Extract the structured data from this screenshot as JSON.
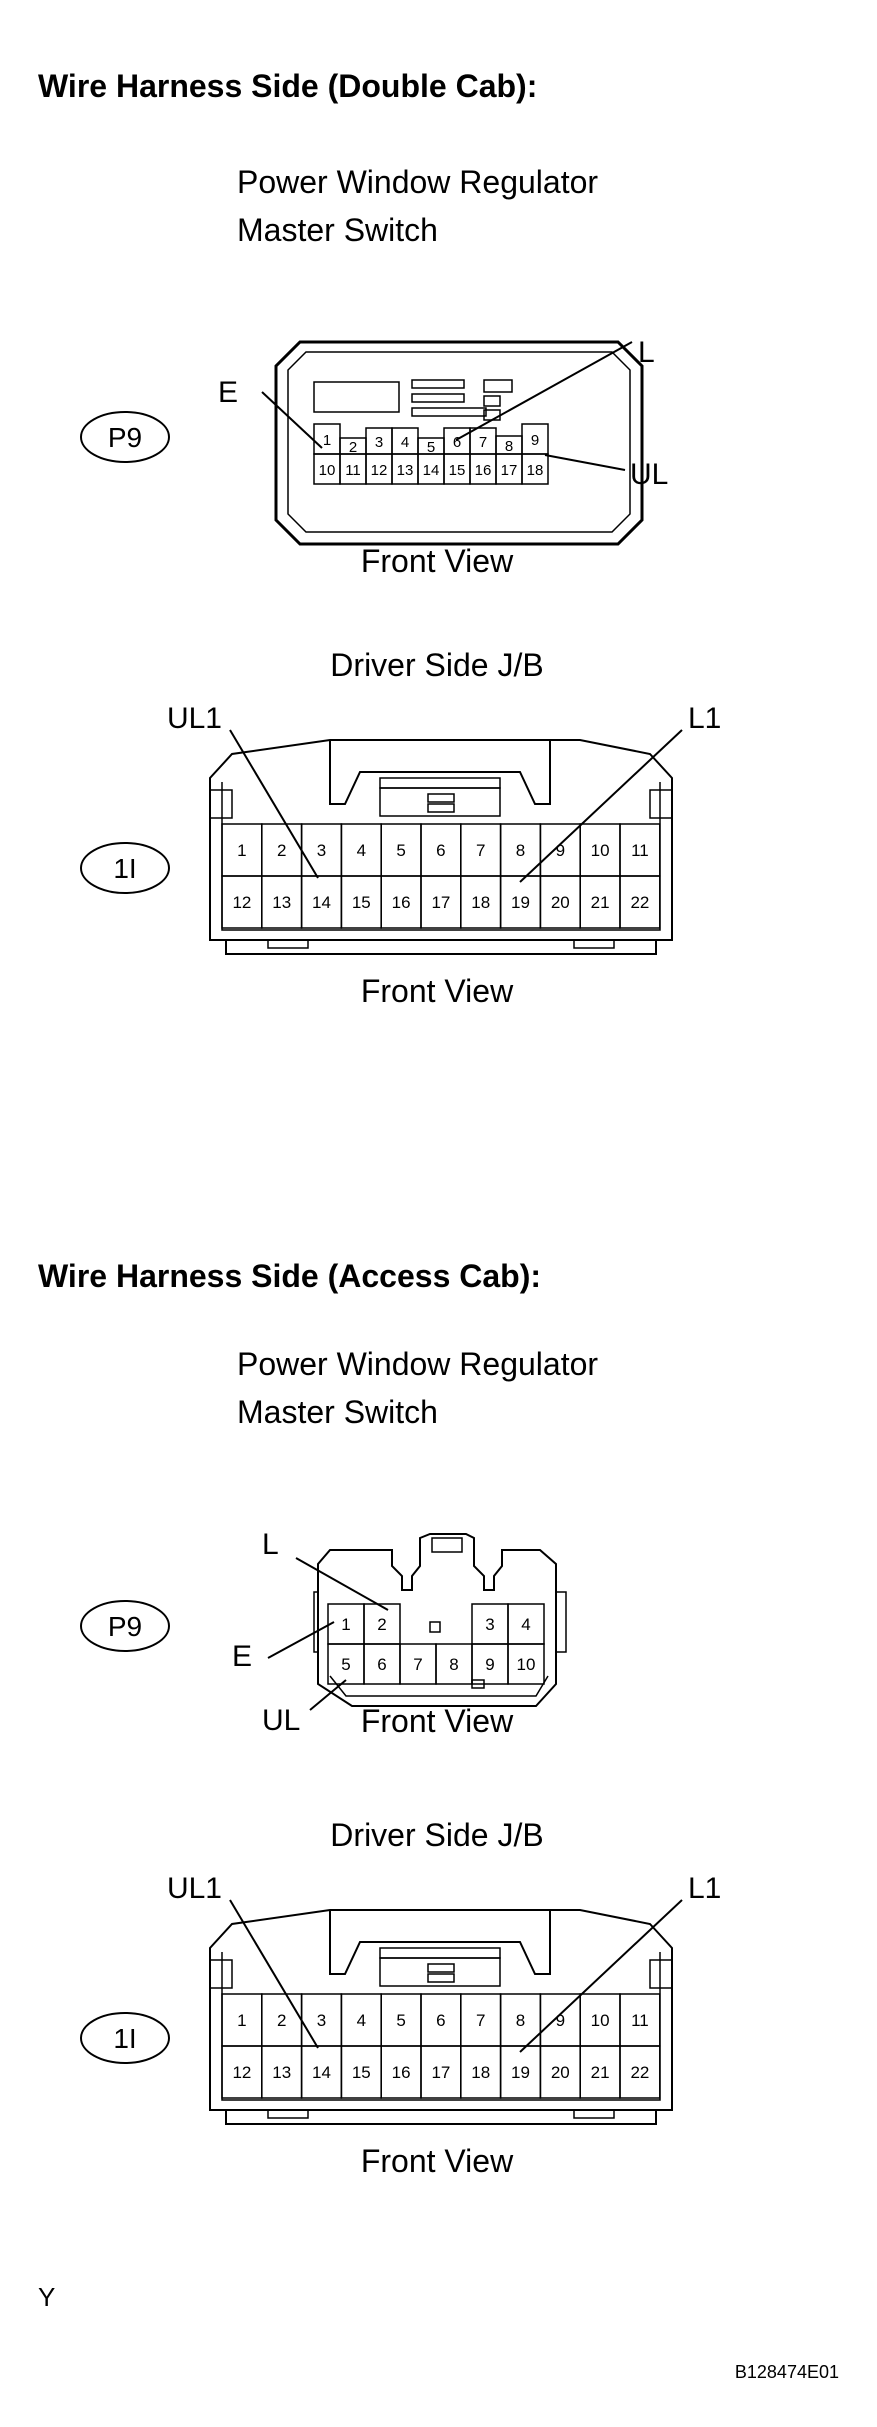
{
  "sections": [
    {
      "heading": "Wire Harness Side (Double Cab):",
      "master_switch": {
        "title_line1": "Power Window Regulator",
        "title_line2": "Master Switch",
        "connector_code": "P9",
        "pins_top": [
          "1",
          "2",
          "3",
          "4",
          "5",
          "6",
          "7",
          "8",
          "9"
        ],
        "pins_bottom": [
          "10",
          "11",
          "12",
          "13",
          "14",
          "15",
          "16",
          "17",
          "18"
        ],
        "labels": {
          "E": "E",
          "L": "L",
          "UL": "UL"
        },
        "view": "Front View"
      },
      "junction_block": {
        "title": "Driver Side J/B",
        "connector_code": "1I",
        "pins_top": [
          "1",
          "2",
          "3",
          "4",
          "5",
          "6",
          "7",
          "8",
          "9",
          "10",
          "11"
        ],
        "pins_bottom": [
          "12",
          "13",
          "14",
          "15",
          "16",
          "17",
          "18",
          "19",
          "20",
          "21",
          "22"
        ],
        "labels": {
          "UL1": "UL1",
          "L1": "L1"
        },
        "view": "Front View"
      }
    },
    {
      "heading": "Wire Harness Side (Access Cab):",
      "master_switch": {
        "title_line1": "Power Window Regulator",
        "title_line2": "Master Switch",
        "connector_code": "P9",
        "pins_top": [
          "1",
          "2",
          "3",
          "4"
        ],
        "pins_bottom": [
          "5",
          "6",
          "7",
          "8",
          "9",
          "10"
        ],
        "labels": {
          "L": "L",
          "E": "E",
          "UL": "UL"
        },
        "view": "Front View"
      },
      "junction_block": {
        "title": "Driver Side J/B",
        "connector_code": "1I",
        "pins_top": [
          "1",
          "2",
          "3",
          "4",
          "5",
          "6",
          "7",
          "8",
          "9",
          "10",
          "11"
        ],
        "pins_bottom": [
          "12",
          "13",
          "14",
          "15",
          "16",
          "17",
          "18",
          "19",
          "20",
          "21",
          "22"
        ],
        "labels": {
          "UL1": "UL1",
          "L1": "L1"
        },
        "view": "Front View"
      }
    }
  ],
  "footer": {
    "mark": "Y",
    "figure_id": "B128474E01"
  }
}
